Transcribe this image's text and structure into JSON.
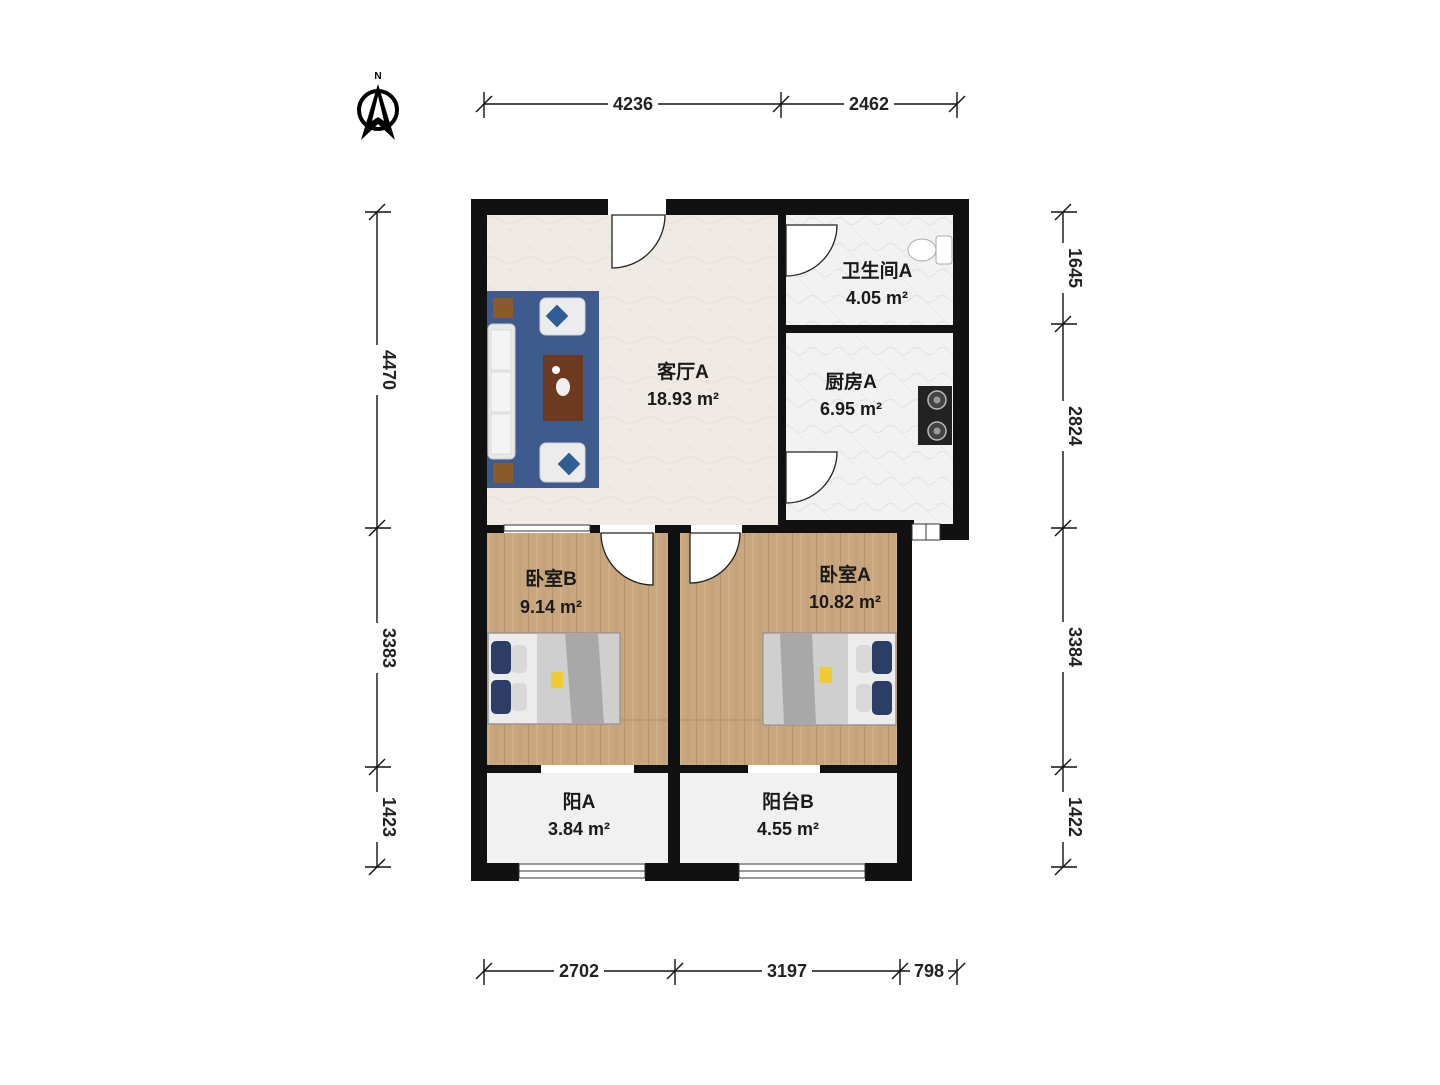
{
  "compass": {
    "north_label": "N",
    "icon": "north-arrow-icon"
  },
  "dimensions": {
    "top": [
      "4236",
      "2462"
    ],
    "bottom": [
      "2702",
      "3197",
      "798"
    ],
    "left": [
      "4470",
      "3383",
      "1423"
    ],
    "right": [
      "1645",
      "2824",
      "3384",
      "1422"
    ]
  },
  "rooms": {
    "living": {
      "name": "客厅A",
      "area": "18.93 m²"
    },
    "bath": {
      "name": "卫生间A",
      "area": "4.05 m²"
    },
    "kitchen": {
      "name": "厨房A",
      "area": "6.95 m²"
    },
    "bedroom_b": {
      "name": "卧室B",
      "area": "9.14 m²"
    },
    "bedroom_a": {
      "name": "卧室A",
      "area": "10.82 m²"
    },
    "balcony_a": {
      "name": "阳A",
      "area": "3.84 m²"
    },
    "balcony_b": {
      "name": "阳台B",
      "area": "4.55 m²"
    }
  },
  "colors": {
    "wall": "#111111",
    "living_floor": "#efeae3",
    "wood_floor": "#c9a77e",
    "tile_floor": "#f1f1f1",
    "rug": "#3f5b8e"
  }
}
